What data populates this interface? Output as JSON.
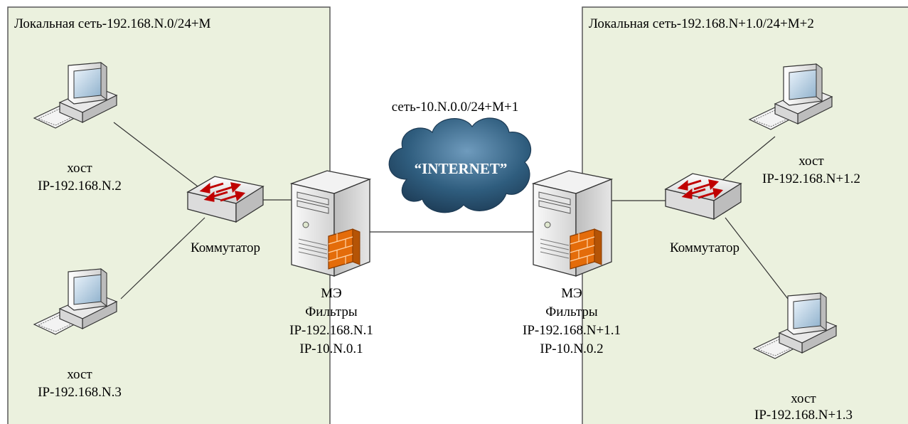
{
  "left_lan": {
    "title": "Локальная сеть-192.168.N.0/24+M",
    "host1": {
      "name": "хост",
      "ip": "IP-192.168.N.2"
    },
    "host2": {
      "name": "хост",
      "ip": "IP-192.168.N.3"
    },
    "switch_label": "Коммутатор"
  },
  "right_lan": {
    "title": "Локальная сеть-192.168.N+1.0/24+M+2",
    "host1": {
      "name": "хост",
      "ip": "IP-192.168.N+1.2"
    },
    "host2": {
      "name": "хост",
      "ip": "IP-192.168.N+1.3"
    },
    "switch_label": "Коммутатор"
  },
  "wan": {
    "title": "сеть-10.N.0.0/24+M+1",
    "cloud_label": "“INTERNET”"
  },
  "firewall_left": {
    "name": "МЭ",
    "filters": "Фильтры",
    "ip_lan": "IP-192.168.N.1",
    "ip_wan": "IP-10.N.0.1"
  },
  "firewall_right": {
    "name": "МЭ",
    "filters": "Фильтры",
    "ip_lan": "IP-192.168.N+1.1",
    "ip_wan": "IP-10.N.0.2"
  },
  "colors": {
    "lan_fill": "#ebf1de",
    "border": "#595959",
    "cloud": "#2f5d7e",
    "firewall_brick": "#e46c0a"
  }
}
